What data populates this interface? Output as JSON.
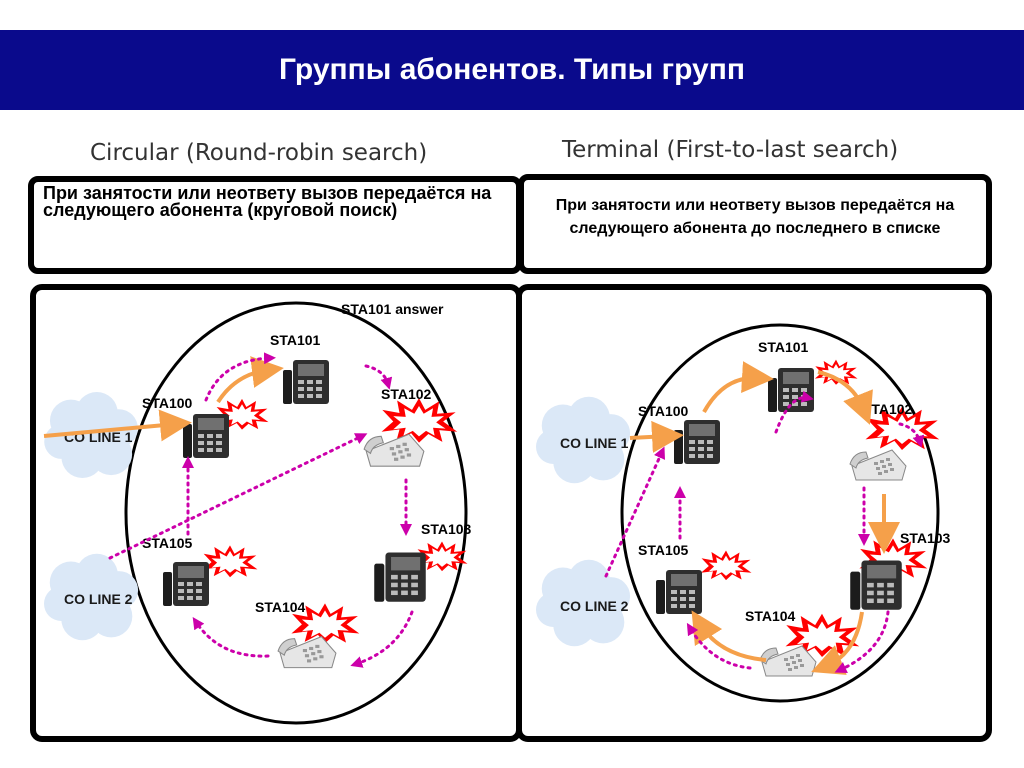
{
  "header": {
    "title": "Группы абонентов. Типы групп"
  },
  "left": {
    "subtitle": "Circular (Round-robin search)",
    "description": "При занятости или неответу вызов передаётся на следующего абонента (круговой поиск)",
    "answer_label": "STA101 answer",
    "stations": [
      "STA100",
      "STA101",
      "STA102",
      "STA103",
      "STA104",
      "STA105"
    ],
    "lines": [
      "CO LINE 1",
      "CO LINE 2"
    ]
  },
  "right": {
    "subtitle": "Terminal (First-to-last search)",
    "description": "При занятости или неответу вызов передаётся на следующего абонента до последнего в списке",
    "stations": [
      "STA100",
      "STA101",
      "STA102",
      "STA103",
      "STA105",
      "STA104"
    ],
    "lines": [
      "CO LINE 1",
      "CO LINE 2"
    ]
  },
  "colors": {
    "header_bg": "#0a0a8c",
    "arrow_orange": "#f5a04a",
    "arrow_dotted": "#cc00aa",
    "burst_red": "#ff0000",
    "cloud": "#dbe8f7"
  },
  "icons": [
    "desk-phone-icon",
    "busy-burst-icon",
    "cloud-icon"
  ]
}
